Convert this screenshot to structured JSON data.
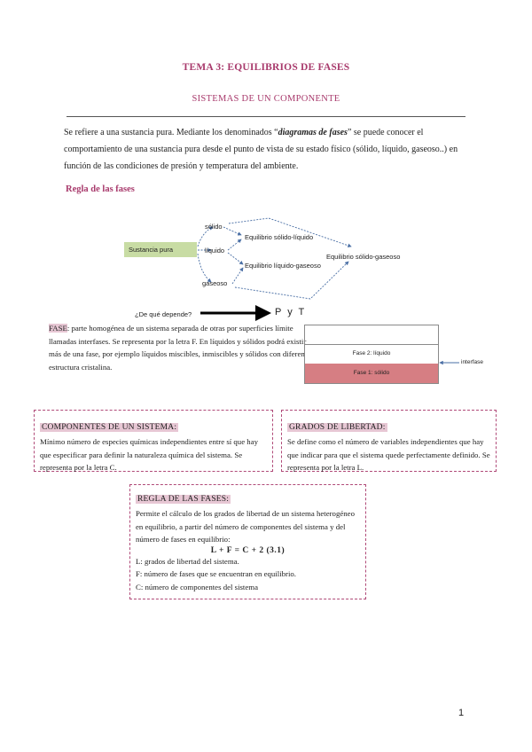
{
  "title": "TEMA 3: EQUILIBRIOS DE FASES",
  "subtitle": "SISTEMAS DE UN COMPONENTE",
  "intro": {
    "part1": "Se refiere a una sustancia pura. Mediante los denominados “",
    "emph": "diagramas de fases",
    "part2": "” se puede conocer el comportamiento de una sustancia pura desde el punto de vista de su estado físico (sólido, líquido, gaseoso..) en función de las condiciones de presión y temperatura del ambiente."
  },
  "section_heading": "Regla de las fases",
  "diagram": {
    "substance": "Sustancia pura",
    "solid": "sólido",
    "liquid": "líquido",
    "gas": "gaseoso",
    "eq_sl": "Equilibrio sólido-líquido",
    "eq_lg": "Equilibrio líquido-gaseoso",
    "eq_sg": "Equilibrio sólido-gaseoso",
    "question": "¿De qué depende?",
    "answer": "P y T"
  },
  "fase_def": {
    "term": "FASE",
    "text": ": parte homogénea de un sistema separada de otras por superficies límite llamadas interfases. Se representa por la letra F. En líquidos y sólidos podrá existir más de una fase, por ejemplo líquidos miscibles, inmiscibles y sólidos con diferente estructura cristalina."
  },
  "beaker": {
    "phase2": "Fase 2: líquido",
    "phase1": "Fase 1: sólido",
    "interface_label": "interfase"
  },
  "components": {
    "title": "COMPONENTES DE UN SISTEMA:",
    "text": "Mínimo número de especies químicas independientes entre sí que hay que especificar para definir la naturaleza química del sistema. Se representa por la letra C."
  },
  "degrees": {
    "title": "GRADOS DE LIBERTAD:",
    "text": "Se define como el número de variables independientes que hay que indicar para que el sistema quede perfectamente definido. Se representa por la letra L."
  },
  "phase_rule": {
    "title": "REGLA DE LAS FASES:",
    "text": "Permite el cálculo de los grados de libertad de un sistema heterogéneo en equilibrio, a partir del número de componentes del sistema y del número de fases en equilibrio:",
    "formula": "L + F = C + 2    (3.1)",
    "def_l": "L: grados de libertad del sistema.",
    "def_f": "F: número de fases que se encuentran en equilibrio.",
    "def_c": "C: número de componentes del sistema"
  },
  "page_number": "1"
}
